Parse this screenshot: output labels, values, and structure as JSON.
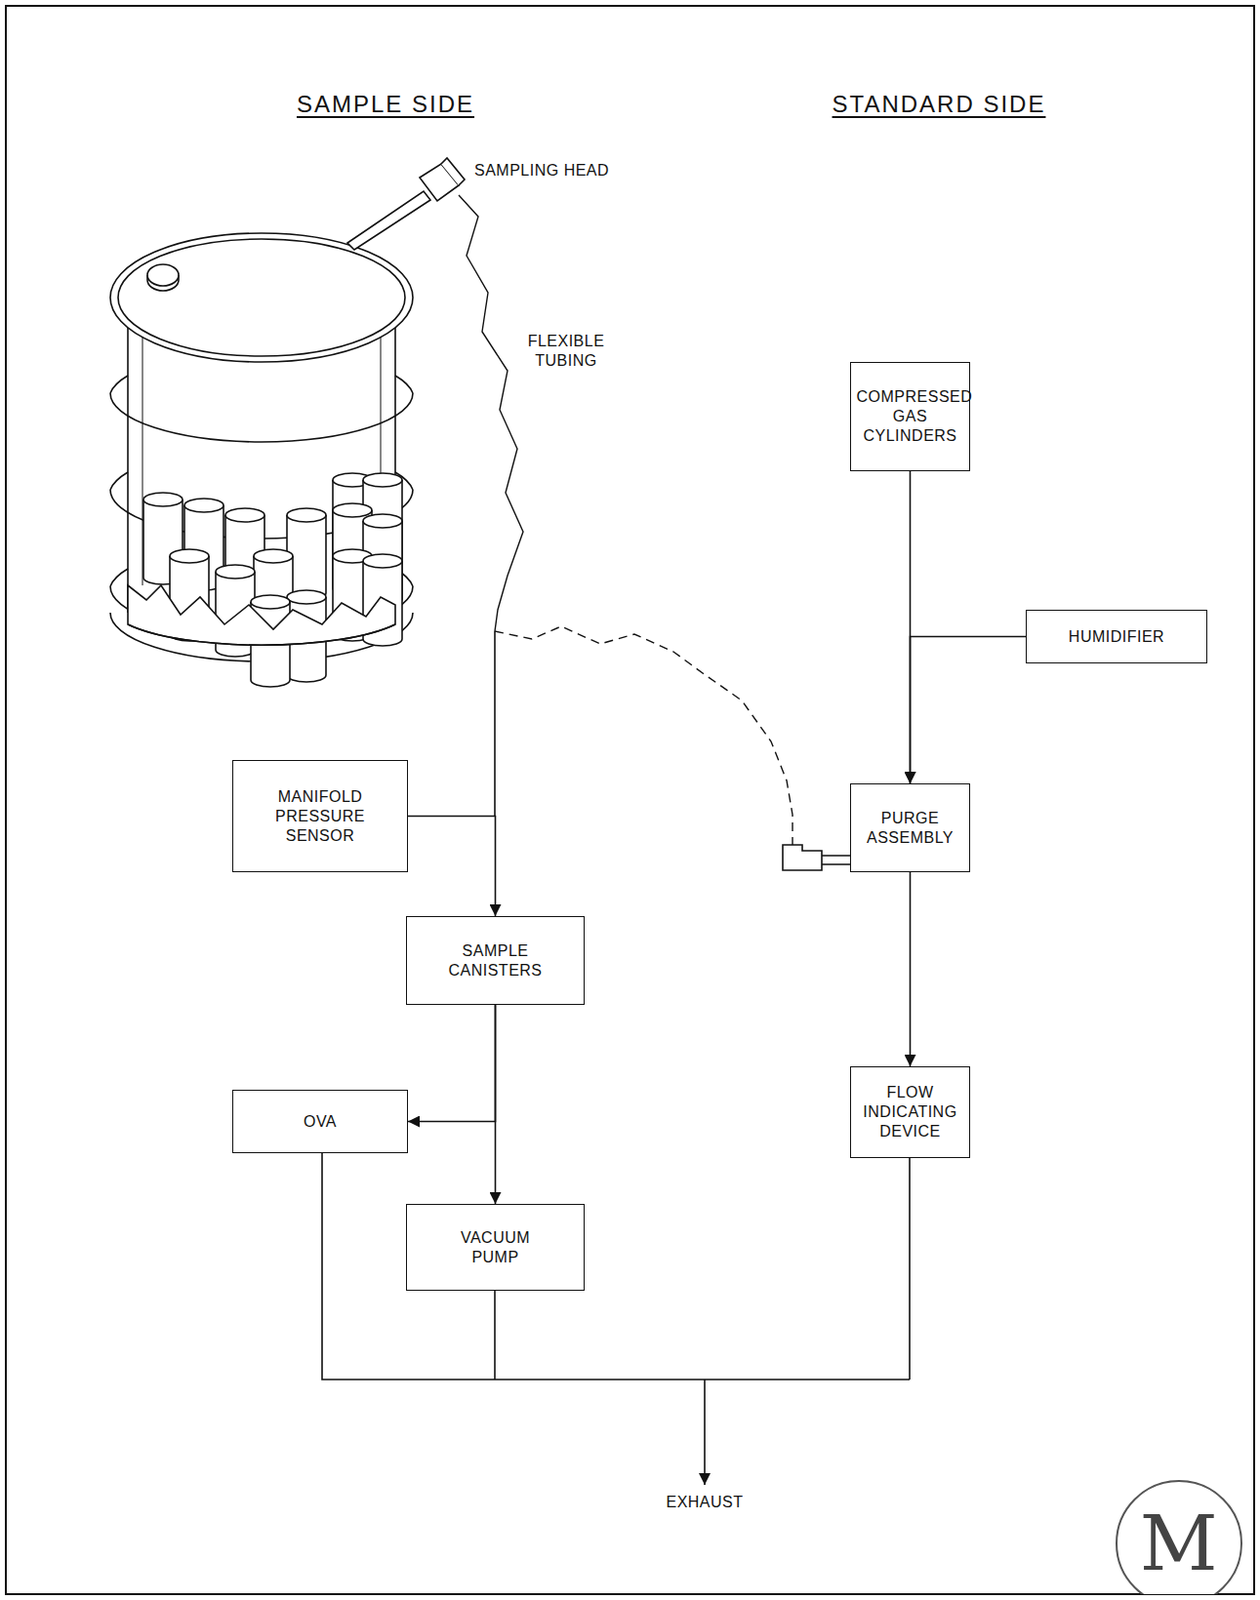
{
  "diagram": {
    "nodes": [
      {
        "text": [
          "COMPRESSED GAS CYLINDERS"
        ]
      },
      {
        "text": [
          "HUMIDIFIER"
        ]
      },
      {
        "text": [
          "MANIFOLD PRESSURE SENSOR"
        ]
      },
      {
        "text": [
          "PURGE ASSEMBLY"
        ]
      },
      {
        "text": [
          "SAMPLE CANISTERS"
        ]
      },
      {
        "text": [
          "OVA"
        ]
      },
      {
        "text": [
          "FLOW INDICATING DEVICE"
        ]
      },
      {
        "text": [
          "VACUUM PUMP"
        ]
      }
    ],
    "edges": [
      {
        "from": 0,
        "to": 3,
        "arrow": "to"
      },
      {
        "from": 1,
        "to": 3,
        "arrow": "to"
      },
      {
        "from": 2,
        "to": 4,
        "arrow": "to"
      },
      {
        "from": 3,
        "to": 6,
        "arrow": "to"
      },
      {
        "from": 4,
        "to": 5,
        "arrow": "to"
      },
      {
        "from": 4,
        "to": 7,
        "arrow": "to"
      }
    ],
    "labels": [
      "SAMPLE SIDE",
      "STANDARD SIDE",
      "SAMPLING HEAD",
      "FLEXIBLE TUBING",
      "EXHAUST",
      "M"
    ]
  }
}
